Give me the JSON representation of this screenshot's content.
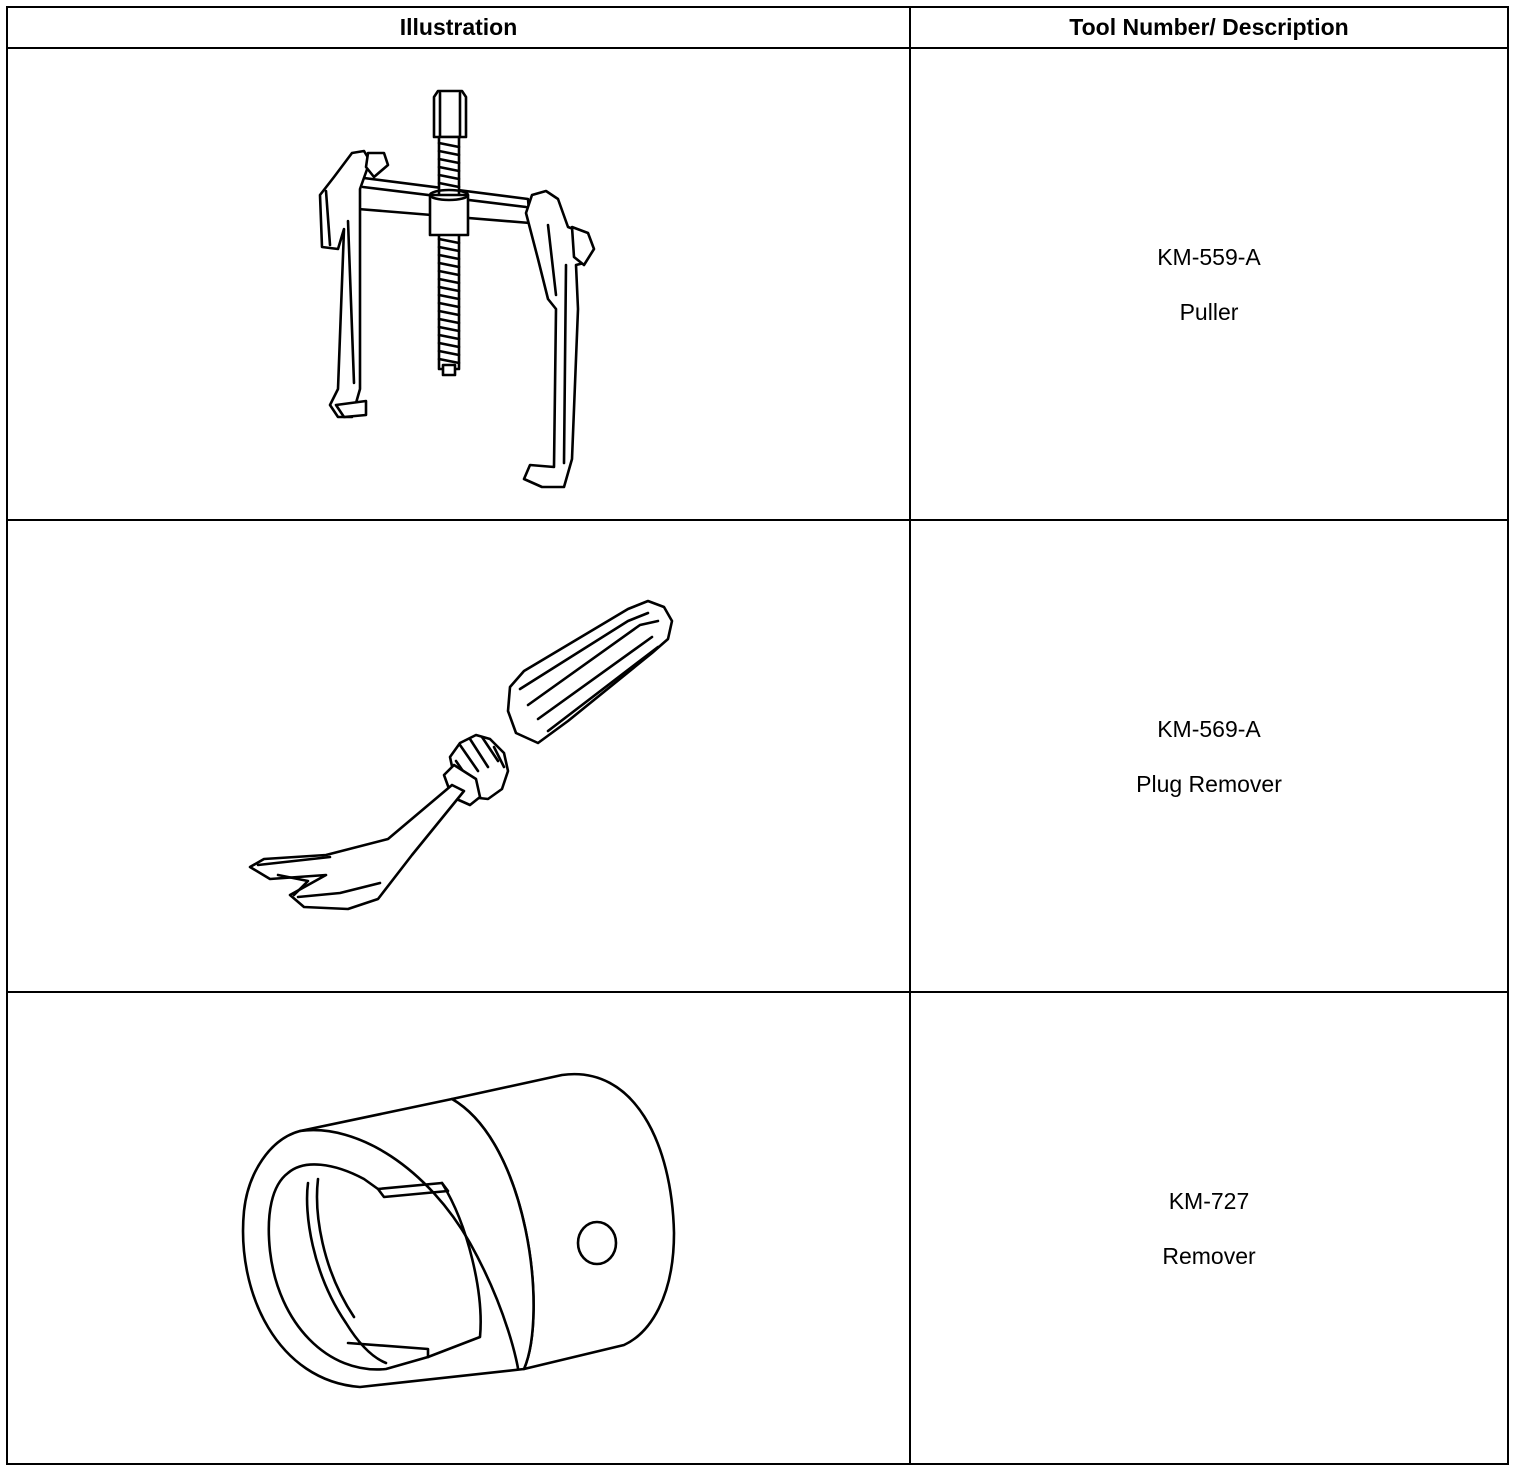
{
  "table": {
    "headers": {
      "illustration": "Illustration",
      "description": "Tool Number/ Description"
    },
    "rows": [
      {
        "tool_number": "KM-559-A",
        "description": "Puller",
        "icon": "two-jaw-puller-illustration"
      },
      {
        "tool_number": "KM-569-A",
        "description": "Plug Remover",
        "icon": "forked-plug-remover-illustration"
      },
      {
        "tool_number": "KM-727",
        "description": "Remover",
        "icon": "slotted-sleeve-remover-illustration"
      }
    ]
  },
  "colors": {
    "line": "#000000",
    "background": "#ffffff"
  }
}
